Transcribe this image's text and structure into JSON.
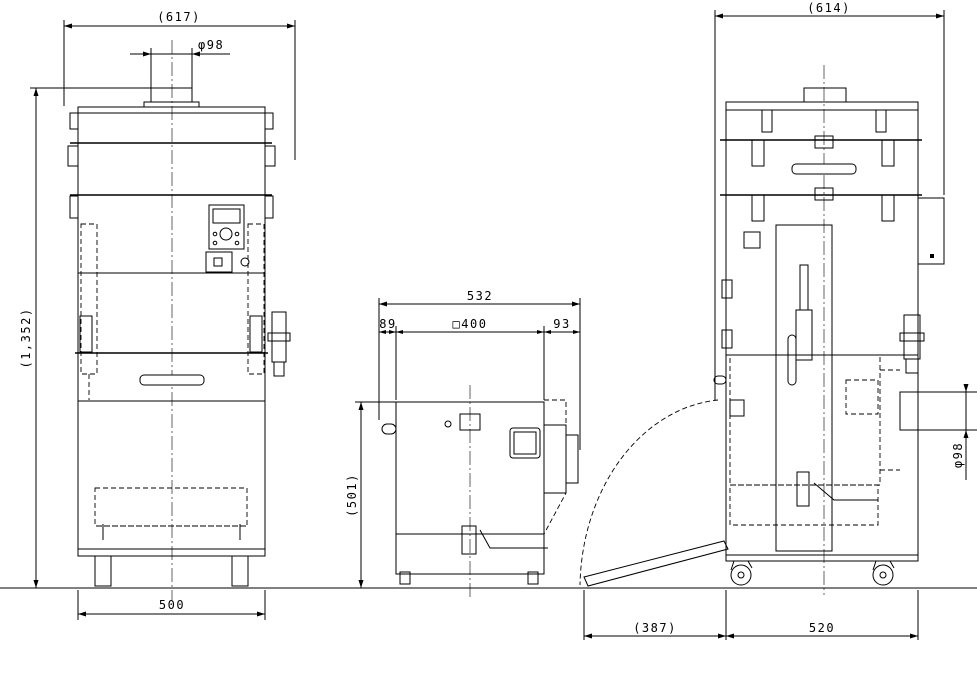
{
  "dimensions": {
    "front_width_overall": "(617)",
    "front_duct_diameter": "φ98",
    "front_height": "(1,352)",
    "front_base_width": "500",
    "plan_depth": "532",
    "plan_left_offset": "89",
    "plan_square": "□400",
    "plan_right_offset": "93",
    "plan_height": "(501)",
    "side_width_overall": "(614)",
    "side_duct_diameter": "φ98",
    "side_door_swing": "(387)",
    "side_base_width": "520"
  },
  "colors": {
    "line": "#000000",
    "background": "#ffffff"
  }
}
